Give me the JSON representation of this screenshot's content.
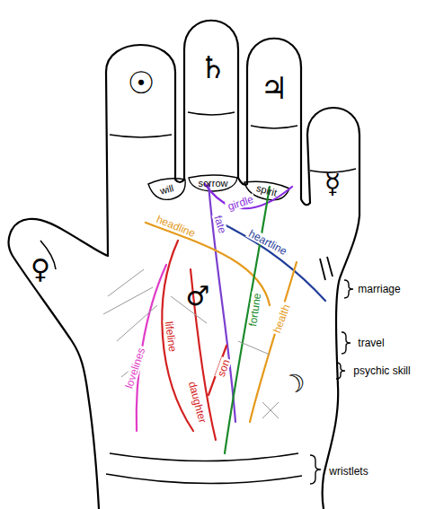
{
  "diagram": {
    "labels": [
      "☉",
      "♄",
      "♃",
      "☿",
      "♀",
      "will",
      "sorrow",
      "spirit",
      "girdle",
      "fate",
      "headline",
      "heartline",
      "marriage",
      "♂",
      "lifeline",
      "fortune",
      "health",
      "travel",
      "lovelines",
      "son",
      "psychic skill",
      "daughter",
      "☽",
      "wristlets"
    ]
  }
}
